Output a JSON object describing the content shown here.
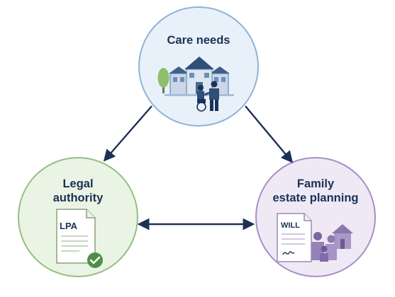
{
  "nodes": {
    "care": {
      "title": "Care needs",
      "fill": "#e8f1f9",
      "stroke": "#8fb3d6"
    },
    "legal": {
      "title_line1": "Legal",
      "title_line2": "authority",
      "fill": "#eaf4e4",
      "stroke": "#94bf83"
    },
    "family": {
      "title_line1": "Family",
      "title_line2": "estate planning",
      "fill": "#efe9f5",
      "stroke": "#a78fc6"
    }
  },
  "documents": {
    "lpa": "LPA",
    "will": "WILL"
  },
  "colors": {
    "arrow": "#1c3154",
    "text": "#1c3154",
    "check": "#4f8f4a"
  },
  "icons": {
    "care": "house-with-caregiver-icon",
    "legal": "lpa-document-check-icon",
    "family": "will-document-family-home-icon"
  }
}
